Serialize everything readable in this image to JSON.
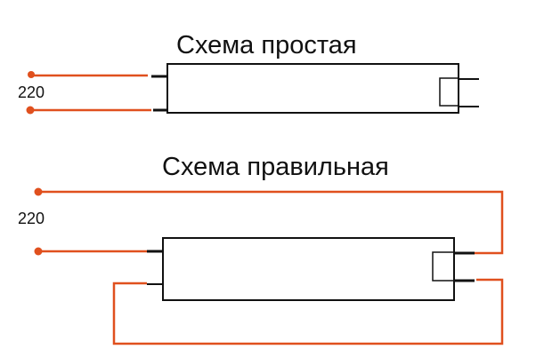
{
  "simple": {
    "title": "Схема простая",
    "voltage_label": "220"
  },
  "correct": {
    "title": "Схема правильная",
    "voltage_label": "220"
  },
  "colors": {
    "wire": "#e0501e",
    "lamp": "#111111"
  }
}
